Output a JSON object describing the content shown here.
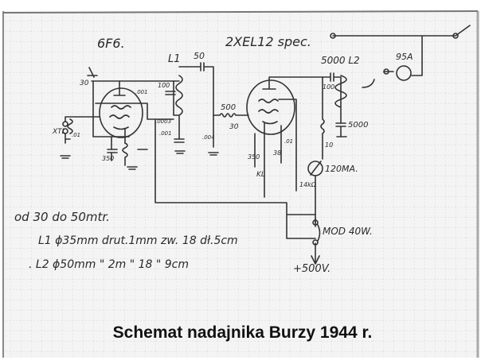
{
  "caption": "Schemat nadajnika Burzy 1944 r.",
  "schematic": {
    "tube1": "6F6.",
    "tube2": "2XEL12 spec.",
    "l1": "L1",
    "c_coupling": "50",
    "c_5000_l2": "5000 L2",
    "ammeter_antenna": "95A",
    "c30_top": "30",
    "xtl": "XTL",
    "r_01": ".01",
    "c_001": ".001",
    "c_100_left": "100",
    "r_0003": ".0003",
    "r_001b": ".001",
    "c_350_left": "350",
    "r_500": "500",
    "r_004": ".004",
    "c30_grid": "30",
    "c_100_right": "100",
    "c_5000_bottom": "5000",
    "c_350_right": "350",
    "r_01_right": ".01",
    "l_38": "38",
    "key": "KL",
    "choke_10": "10",
    "r_14k": "14kΩ",
    "meter_plate": "120MA.",
    "mod": "MOD 40W.",
    "supply": "+500V."
  },
  "notes": {
    "band": "od 30 do 50mtr.",
    "l1_spec": "L1 ϕ35mm drut.1mm zw. 18 dł.5cm",
    "l2_spec": ". L2 ϕ50mm  \"  2m  \"  18 \" 9cm"
  }
}
